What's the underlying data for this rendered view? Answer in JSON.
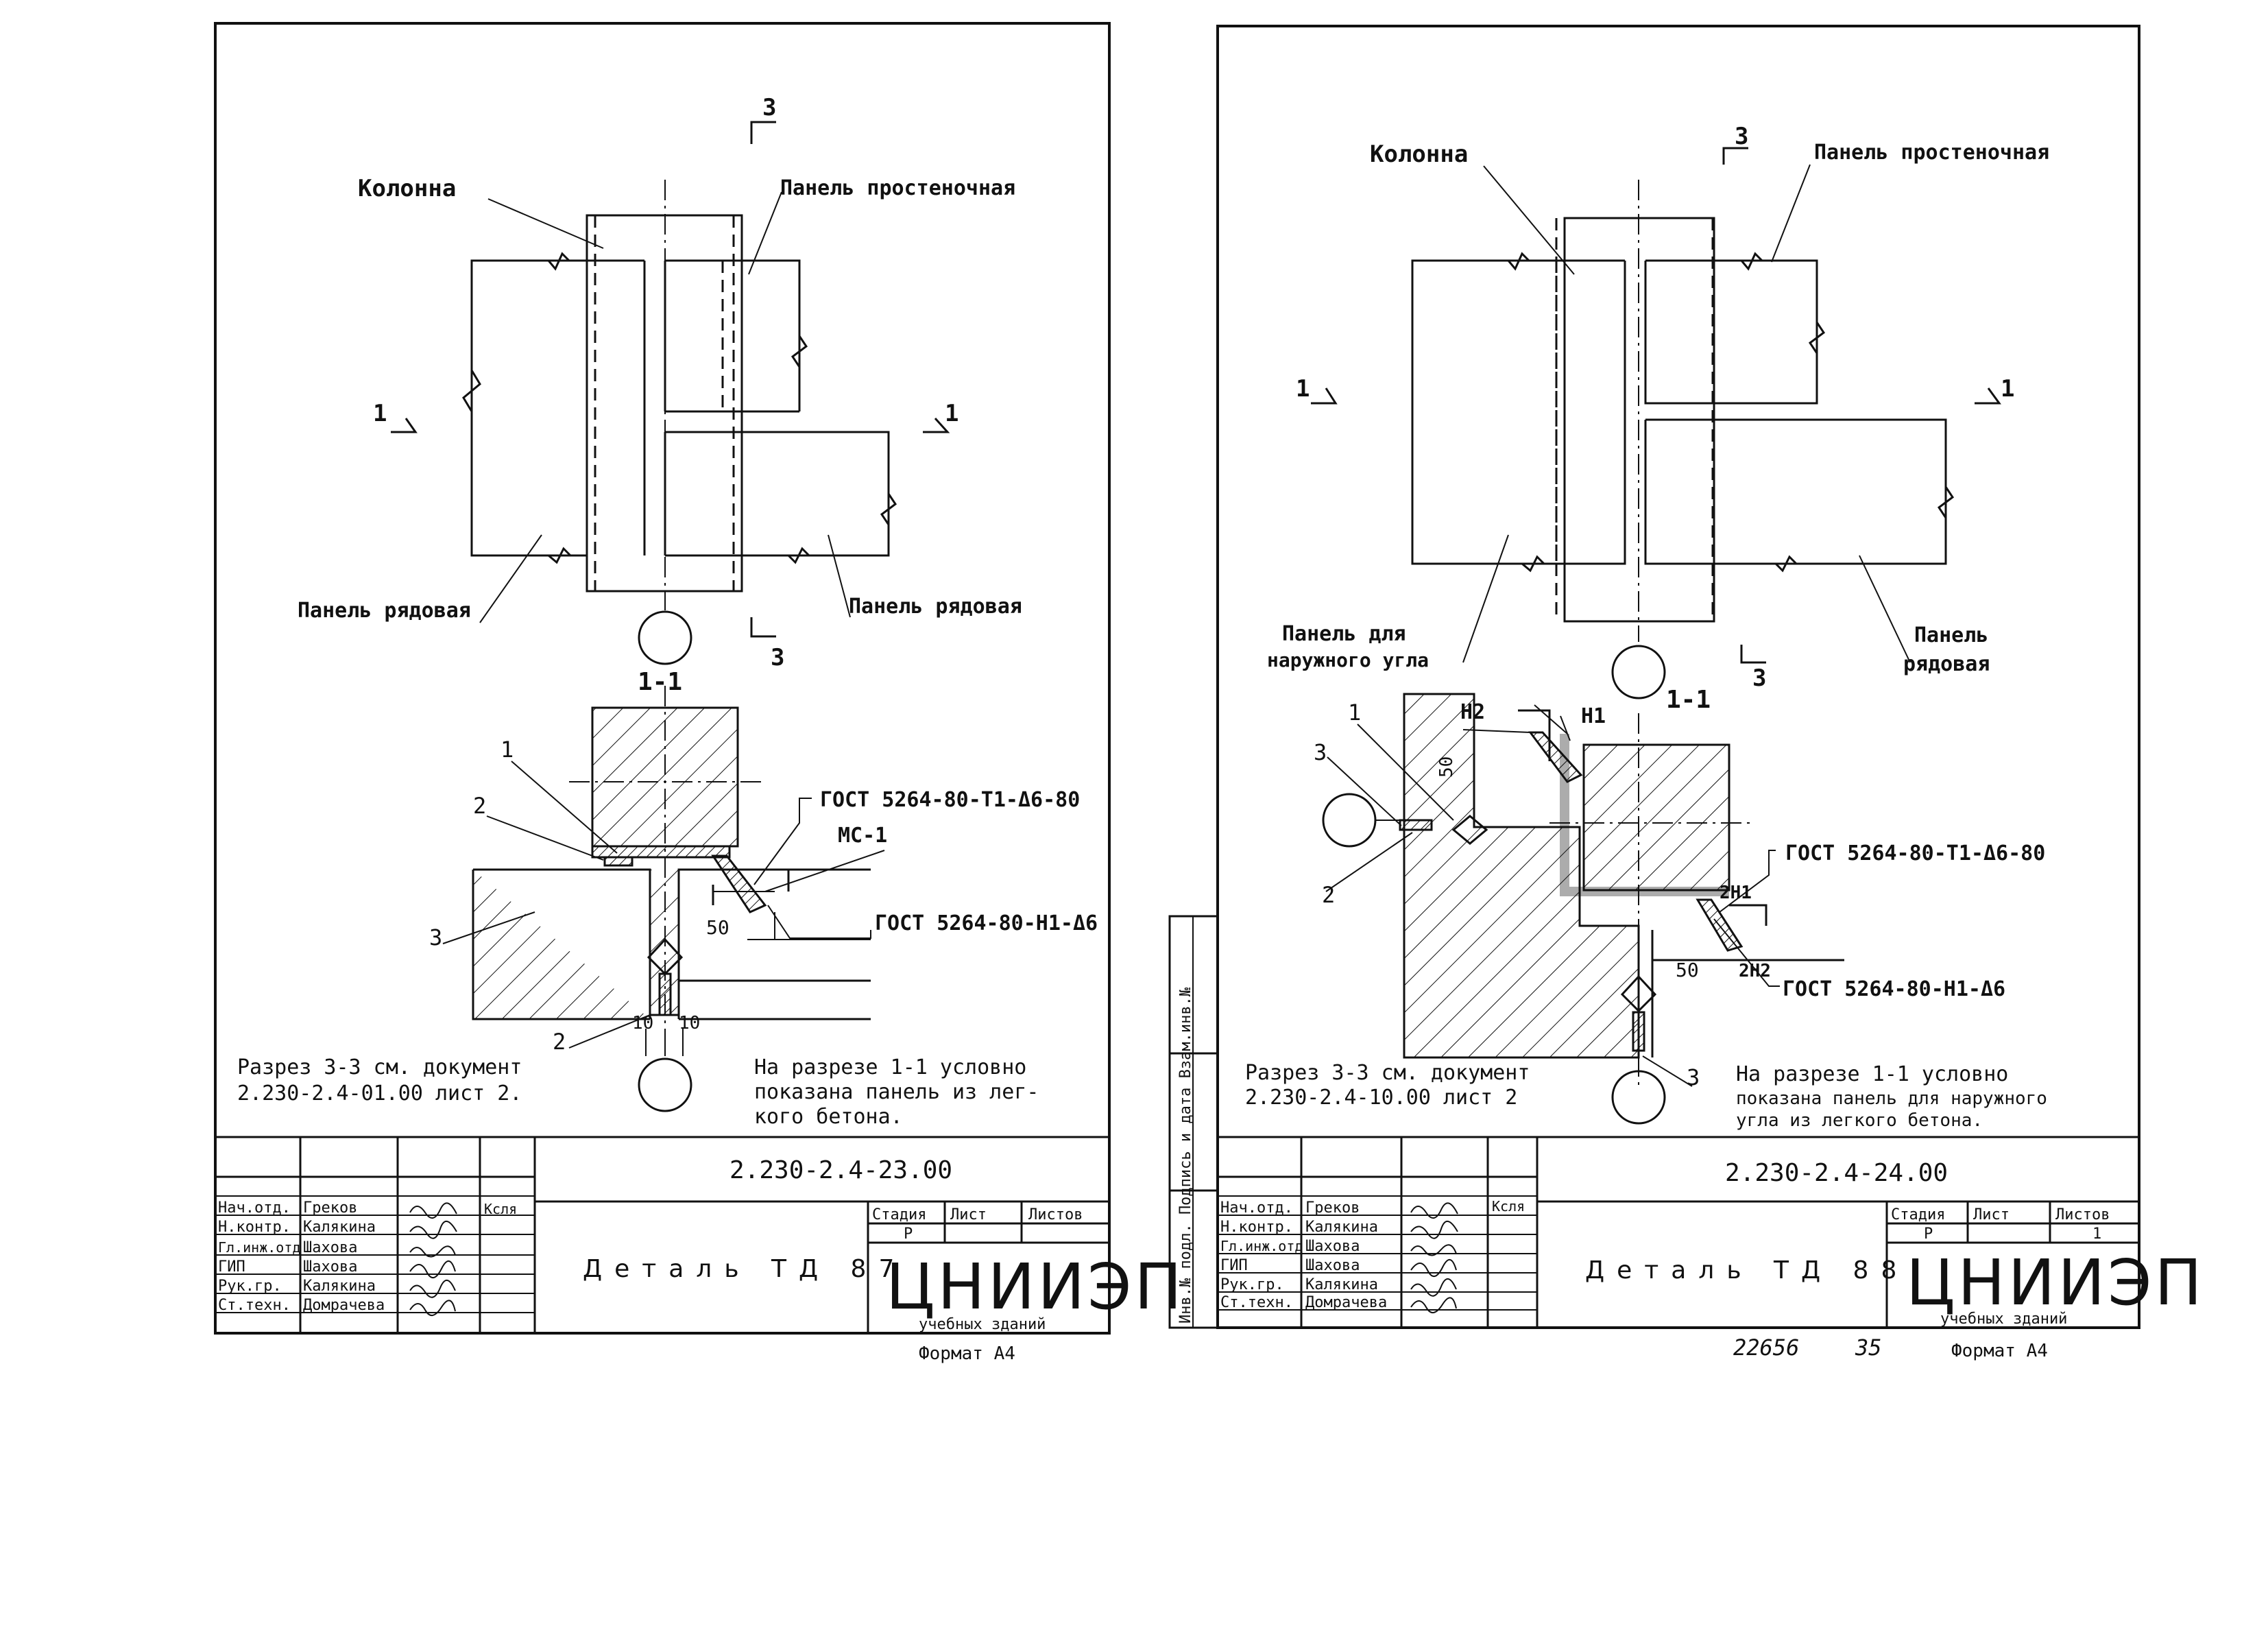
{
  "sheets": [
    {
      "labels": {
        "column": "Колонна",
        "pier_panel": "Панель простеночная",
        "row_panel_left": "Панель рядовая",
        "row_panel_right": "Панель рядовая",
        "section_1_1": "1-1",
        "section_mark_1": "1",
        "section_mark_3": "3",
        "gost_t1": "ГОСТ 5264-80-Т1-Δ6-80",
        "gost_h1": "ГОСТ 5264-80-Н1-Δ6",
        "mc": "МС-1",
        "callout_1": "1",
        "callout_2": "2",
        "callout_3": "3",
        "callout_2b": "2",
        "dim_50": "50",
        "dim_10a": "10",
        "dim_10b": "10",
        "note_left_1": "Разрез 3-3 см. документ",
        "note_left_2": "2.230-2.4-01.00 лист 2.",
        "note_right_1": "На разрезе 1-1 условно",
        "note_right_2": "показана панель из лег-",
        "note_right_3": "кого бетона."
      },
      "stamp": {
        "doc_code": "2.230-2.4-23.00",
        "title": "Деталь ТД 87",
        "org": "ЦНИИЭП",
        "org_sub": "учебных зданий",
        "format": "Формат А4",
        "stage_hdr": "Стадия",
        "sheet_hdr": "Лист",
        "sheets_hdr": "Листов",
        "stage_val": "Р",
        "sheets_val": "",
        "rows": [
          {
            "role": "Нач.отд.",
            "name": "Греков"
          },
          {
            "role": "Н.контр.",
            "name": "Калякина"
          },
          {
            "role": "Гл.инж.отд",
            "name": "Шахова"
          },
          {
            "role": "ГИП",
            "name": "Шахова"
          },
          {
            "role": "Рук.гр.",
            "name": "Калякина"
          },
          {
            "role": "Ст.техн.",
            "name": "Домрачева"
          }
        ],
        "extra": "Ксля"
      }
    },
    {
      "labels": {
        "column": "Колонна",
        "pier_panel": "Панель простеночная",
        "corner_panel_1": "Панель для",
        "corner_panel_2": "наружного угла",
        "row_panel_1": "Панель",
        "row_panel_2": "рядовая",
        "section_1_1": "1-1",
        "section_mark_1": "1",
        "section_mark_3": "3",
        "n1": "Н1",
        "n2": "Н2",
        "gost_t1": "ГОСТ 5264-80-Т1-Δ6-80",
        "gost_h1": "ГОСТ 5264-80-Н1-Δ6",
        "n1_2": "2Н1",
        "n2_2": "2Н2",
        "callout_1": "1",
        "callout_3": "3",
        "callout_2": "2",
        "callout_3b": "3",
        "dim_50a": "50",
        "dim_50b": "50",
        "note_left_1": "Разрез 3-3 см. документ",
        "note_left_2": "2.230-2.4-10.00 лист 2",
        "note_right_1": "На разрезе 1-1 условно",
        "note_right_2": "показана панель для наружного",
        "note_right_3": "угла из легкого бетона."
      },
      "stamp": {
        "doc_code": "2.230-2.4-24.00",
        "title": "Деталь ТД 88",
        "org": "ЦНИИЭП",
        "org_sub": "учебных зданий",
        "format": "Формат А4",
        "stage_hdr": "Стадия",
        "sheet_hdr": "Лист",
        "sheets_hdr": "Листов",
        "stage_val": "Р",
        "sheets_val": "1",
        "rows": [
          {
            "role": "Нач.отд.",
            "name": "Греков"
          },
          {
            "role": "Н.контр.",
            "name": "Калякина"
          },
          {
            "role": "Гл.инж.отд",
            "name": "Шахова"
          },
          {
            "role": "ГИП",
            "name": "Шахова"
          },
          {
            "role": "Рук.гр.",
            "name": "Калякина"
          },
          {
            "role": "Ст.техн.",
            "name": "Домрачева"
          }
        ],
        "extra": "Ксля",
        "side_strip": "Инв.№ подл. Подпись и дата Взам.инв.№",
        "sheet_number": "22656",
        "page_number": "35"
      }
    }
  ],
  "colors": {
    "ink": "#111111",
    "paper": "#ffffff"
  }
}
